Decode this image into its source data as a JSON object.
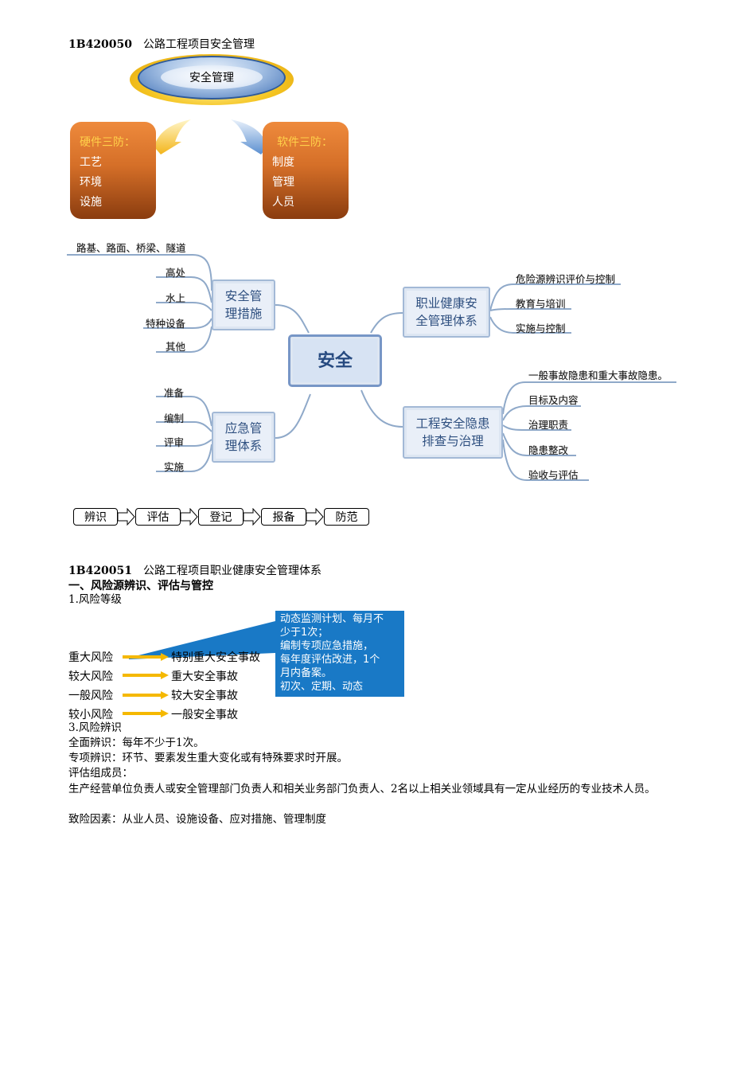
{
  "heading1": {
    "code": "1B420050",
    "title": "公路工程项目安全管理"
  },
  "ellipse_label": "安全管理",
  "hardware": {
    "title": "硬件三防：",
    "items": [
      "工艺",
      "环境",
      "设施"
    ]
  },
  "software": {
    "title": "软件三防：",
    "items": [
      "制度",
      "管理",
      "人员"
    ]
  },
  "mindmap": {
    "center": "安全",
    "measures": {
      "title": "安全管理措施",
      "line1": "安全管",
      "line2": "理措施",
      "top_label": "路基、路面、桥梁、隧道",
      "items": [
        "高处",
        "水上",
        "特种设备",
        "其他"
      ]
    },
    "emergency": {
      "title": "应急管理体系",
      "line1": "应急管",
      "line2": "理体系",
      "items": [
        "准备",
        "编制",
        "评审",
        "实施"
      ]
    },
    "ohs": {
      "title": "职业健康安全管理体系",
      "line1": "职业健康安",
      "line2": "全管理体系",
      "items": [
        "危险源辨识评价与控制",
        "教育与培训",
        "实施与控制"
      ]
    },
    "hazard": {
      "title": "工程安全隐患排查与治理",
      "line1": "工程安全隐患",
      "line2": "排查与治理",
      "items": [
        "一般事故隐患和重大事故隐患",
        "目标及内容",
        "治理职责",
        "隐患整改",
        "验收与评估"
      ]
    }
  },
  "flow": [
    "辨识",
    "评估",
    "登记",
    "报备",
    "防范"
  ],
  "heading2": {
    "code": "1B420051",
    "title": "公路工程项目职业健康安全管理体系"
  },
  "section1": "一、风险源辨识、评估与管控",
  "sub1": "1.风险等级",
  "blue_box": [
    "动态监测计划、每月不",
    "少于1次；",
    "编制专项应急措施，",
    "每年度评估改进，1个",
    "月内备案。",
    "初次、定期、动态"
  ],
  "risk_levels": [
    {
      "level": "重大风险",
      "accident": "特别重大安全事故"
    },
    {
      "level": "较大风险",
      "accident": "重大安全事故"
    },
    {
      "level": "一般风险",
      "accident": "较大安全事故"
    },
    {
      "level": "较小风险",
      "accident": "一般安全事故"
    }
  ],
  "sub3": "3.风险辨识",
  "lines": {
    "full": "全面辨识：每年不少于1次。",
    "special": "专项辨识：环节、要素发生重大变化或有特殊要求时开展。",
    "members_title": "评估组成员：",
    "members": "生产经营单位负责人或安全管理部门负责人和相关业务部门负责人、2名以上相关业领域具有一定从业经历的专业技术人员。",
    "factors": "致险因素：从业人员、设施设备、应对措施、管理制度"
  },
  "colors": {
    "orange": "#d56f28",
    "blue_box": "#1979c6",
    "node_border": "#a3b9d6",
    "arrow_yellow": "#f5b800"
  }
}
